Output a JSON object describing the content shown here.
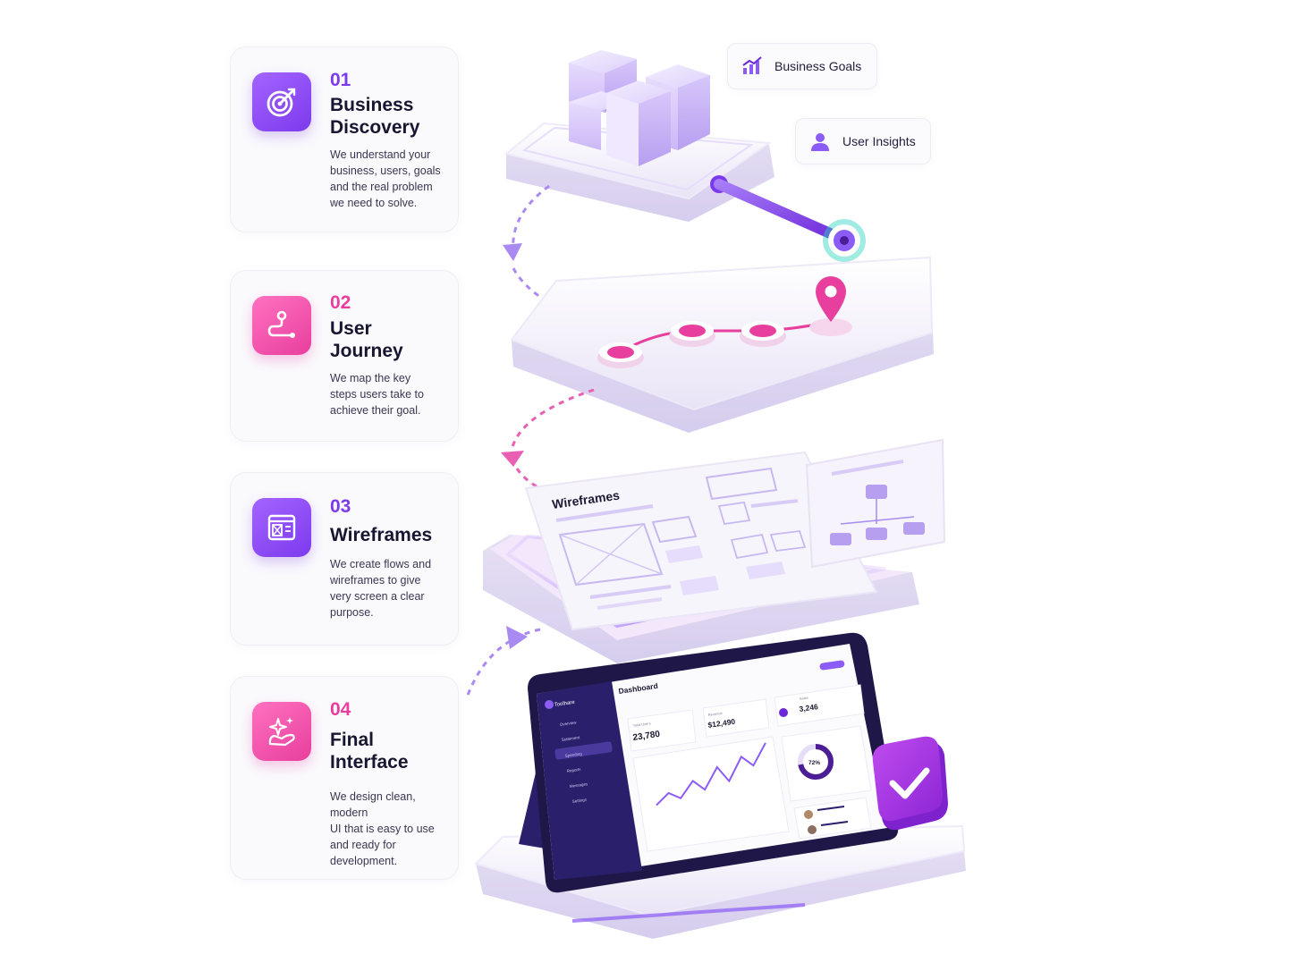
{
  "steps": [
    {
      "number": "01",
      "title_line1": "Business",
      "title_line2": "Discovery",
      "description": [
        "We understand your",
        "business, users, goals",
        "and the real problem",
        "we need to solve."
      ],
      "icon": "target-icon",
      "accent": "#7c3aed"
    },
    {
      "number": "02",
      "title_line1": "User",
      "title_line2": "Journey",
      "description": [
        "We map the key",
        "steps users take to",
        "achieve their goal."
      ],
      "icon": "journey-path-icon",
      "accent": "#e83e9d"
    },
    {
      "number": "03",
      "title_line1": "Wireframes",
      "description": [
        "We create flows and",
        "wireframes to give",
        "very screen a clear",
        "purpose."
      ],
      "icon": "wireframe-icon",
      "accent": "#7c3aed"
    },
    {
      "number": "04",
      "title_line1": "Final",
      "title_line2": "Interface",
      "description": [
        "We design clean, modern",
        "UI that is easy to use",
        "and ready for",
        "development."
      ],
      "icon": "sparkle-hand-icon",
      "accent": "#e83e9d"
    }
  ],
  "tags": {
    "business_goals": "Business Goals",
    "user_insights": "User Insights"
  },
  "wireframe_board": {
    "title": "Wireframes"
  },
  "dashboard": {
    "brand": "Toolhare",
    "title": "Dashboard",
    "nav": [
      "Overview",
      "Statement",
      "Spending",
      "Reports",
      "Messages",
      "Settings"
    ],
    "stats": [
      {
        "label": "Total Users",
        "value": "23,780"
      },
      {
        "label": "Revenue",
        "value": "$12,490"
      },
      {
        "label": "Sales",
        "value": "3,246"
      }
    ],
    "donut_value": "72%",
    "donut_fraction": 0.72,
    "line_values": [
      18,
      30,
      22,
      40,
      28,
      52,
      34,
      60,
      48,
      72
    ]
  },
  "colors": {
    "purple": "#7c3aed",
    "pink": "#e83e9d",
    "navy": "#2a1f6b"
  }
}
